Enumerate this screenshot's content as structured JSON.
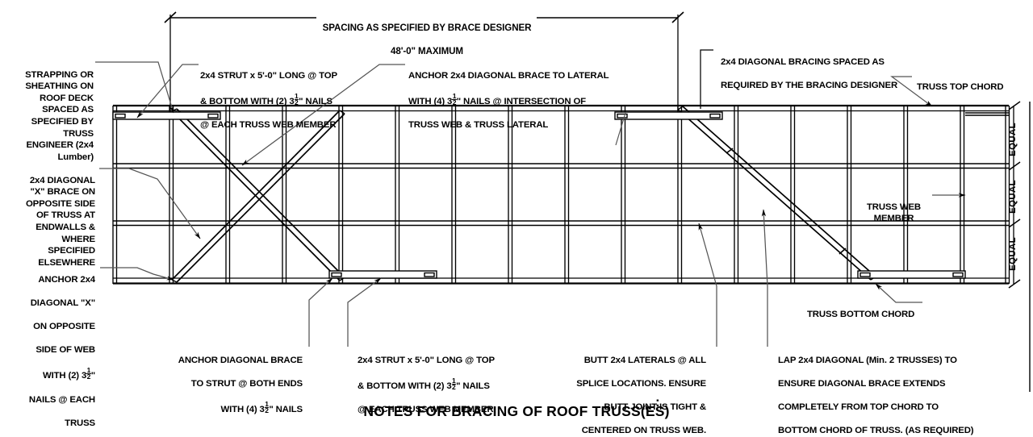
{
  "drawing": {
    "title": "NOTES FOR BRACING OF ROOF TRUSS(ES)",
    "title_suffix": ":",
    "line_color": "#000000",
    "background": "#ffffff"
  },
  "dimensions": {
    "top_spacing_line1": "SPACING AS SPECIFIED BY BRACE DESIGNER",
    "top_spacing_line2": "48'-0\" MAXIMUM",
    "right_equal_1": "EQUAL",
    "right_equal_2": "EQUAL",
    "right_equal_3": "EQUAL"
  },
  "callouts": {
    "strapping": "STRAPPING OR\nSHEATHING ON\nROOF DECK\nSPACED AS\nSPECIFIED BY\nTRUSS\nENGINEER (2x4\nLumber)",
    "x_brace": "2x4 DIAGONAL\n\"X\" BRACE ON\nOPPOSITE SIDE\nOF TRUSS AT\nENDWALLS &\nWHERE\nSPECIFIED\nELSEWHERE",
    "anchor_x_l1": "ANCHOR 2x4",
    "anchor_x_l2": "DIAGONAL \"X\"",
    "anchor_x_l3": "ON OPPOSITE",
    "anchor_x_l4": "SIDE OF WEB",
    "anchor_x_l5_pre": "WITH (2) 3",
    "anchor_x_l5_post": "\"",
    "anchor_x_l6": "NAILS @ EACH",
    "anchor_x_l7": "TRUSS",
    "strut_top_l1": "2x4 STRUT x 5'-0\" LONG @ TOP",
    "strut_top_l2_pre": "& BOTTOM WITH (2) 3",
    "strut_top_l2_post": "\" NAILS",
    "strut_top_l3": "@ EACH TRUSS WEB MEMBER",
    "anchor_lateral_l1": "ANCHOR 2x4 DIAGONAL BRACE TO LATERAL",
    "anchor_lateral_l2_pre": "WITH (4) 3",
    "anchor_lateral_l2_post": "\" NAILS @ INTERSECTION OF",
    "anchor_lateral_l3": "TRUSS WEB & TRUSS LATERAL",
    "diag_bracing_l1": "2x4 DIAGONAL BRACING SPACED AS",
    "diag_bracing_l2": "REQUIRED BY THE BRACING DESIGNER",
    "top_chord": "TRUSS TOP CHORD",
    "web_member": "TRUSS WEB\nMEMBER",
    "bottom_chord": "TRUSS BOTTOM CHORD",
    "anchor_diag_strut_l1": "ANCHOR DIAGONAL BRACE",
    "anchor_diag_strut_l2": "TO STRUT @ BOTH ENDS",
    "anchor_diag_strut_l3_pre": "WITH (4) 3",
    "anchor_diag_strut_l3_post": "\" NAILS",
    "strut_bot_l1": "2x4 STRUT x 5'-0\" LONG @ TOP",
    "strut_bot_l2_pre": "& BOTTOM WITH (2) 3",
    "strut_bot_l2_post": "\" NAILS",
    "strut_bot_l3": "@ EACH TRUSS WEB MEMBER",
    "butt_laterals_l1": "BUTT 2x4 LATERALS @ ALL",
    "butt_laterals_l2": "SPLICE LOCATIONS. ENSURE",
    "butt_laterals_l3": "BUTT JOINT IS TIGHT &",
    "butt_laterals_l4": "CENTERED ON TRUSS WEB.",
    "lap_diag_l1": "LAP 2x4 DIAGONAL (Min. 2 TRUSSES) TO",
    "lap_diag_l2": "ENSURE DIAGONAL BRACE EXTENDS",
    "lap_diag_l3": "COMPLETELY FROM TOP CHORD TO",
    "lap_diag_l4": "BOTTOM CHORD OF TRUSS. (AS REQUIRED)"
  },
  "fractions": {
    "numerator": "1",
    "denominator": "2",
    "whole": "3"
  }
}
